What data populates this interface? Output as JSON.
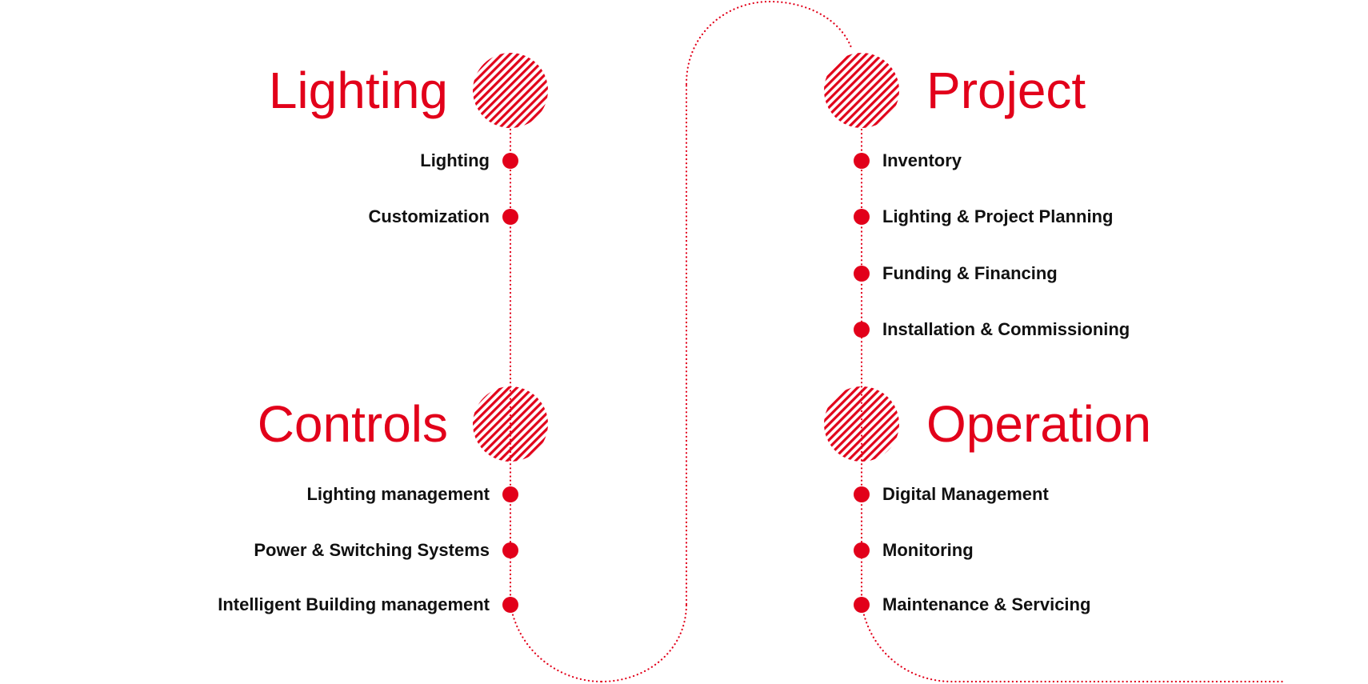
{
  "colors": {
    "accent": "#e2001a",
    "text": "#111111",
    "background": "#ffffff"
  },
  "sections": {
    "lighting": {
      "title": "Lighting",
      "items": [
        "Lighting",
        "Customization"
      ]
    },
    "project": {
      "title": "Project",
      "items": [
        "Inventory",
        "Lighting & Project Planning",
        "Funding & Financing",
        "Installation & Commissioning"
      ]
    },
    "controls": {
      "title": "Controls",
      "items": [
        "Lighting management",
        "Power & Switching Systems",
        "Intelligent Building management"
      ]
    },
    "operation": {
      "title": "Operation",
      "items": [
        "Digital Management",
        "Monitoring",
        "Maintenance & Servicing"
      ]
    }
  }
}
